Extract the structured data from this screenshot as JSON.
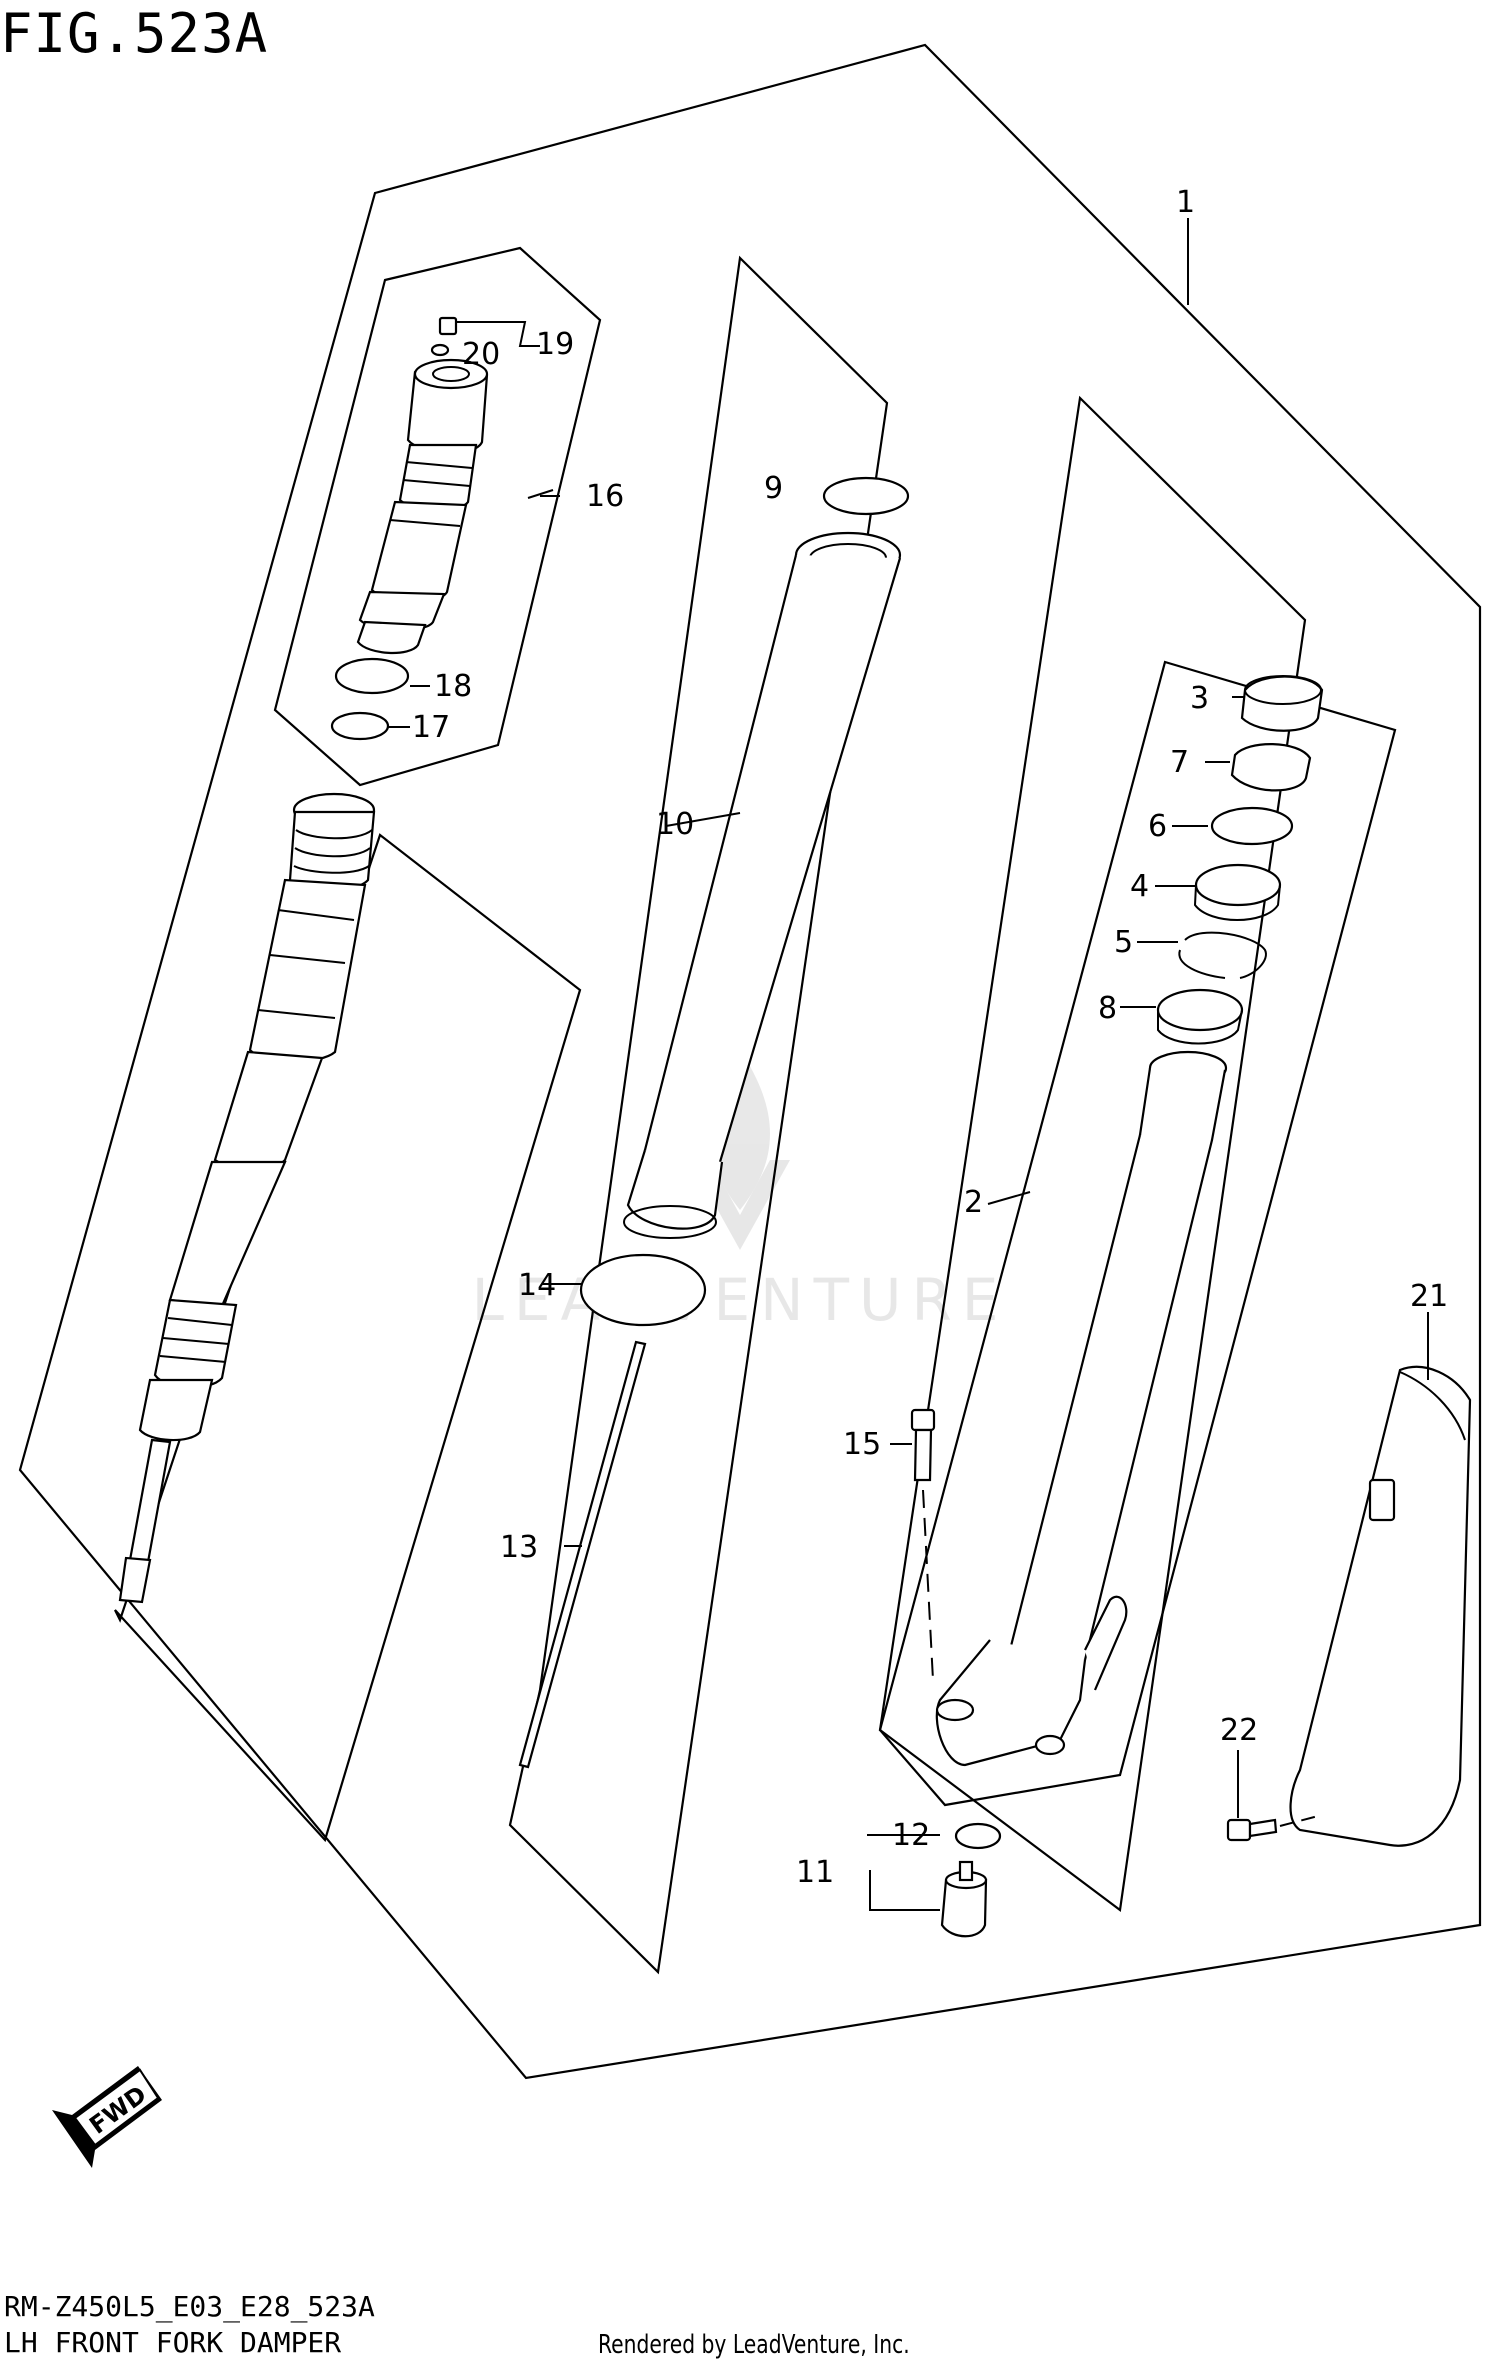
{
  "figure": {
    "title": "FIG.523A",
    "model_code": "RM-Z450L5_E03_E28_523A",
    "subtitle": "LH FRONT FORK DAMPER",
    "credit": "Rendered by LeadVenture, Inc.",
    "watermark": "LEADVENTURE",
    "direction_badge": "FWD"
  },
  "callouts": [
    "1",
    "2",
    "3",
    "4",
    "5",
    "6",
    "7",
    "8",
    "9",
    "10",
    "11",
    "12",
    "13",
    "14",
    "15",
    "16",
    "17",
    "18",
    "19",
    "20",
    "21",
    "22"
  ]
}
